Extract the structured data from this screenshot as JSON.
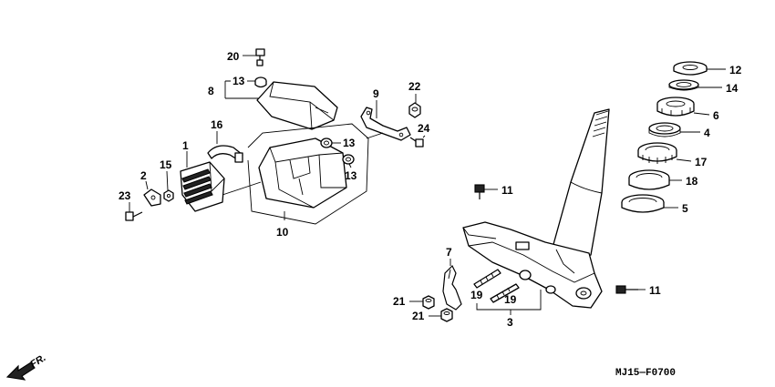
{
  "callouts": {
    "c1": "1",
    "c2": "2",
    "c3": "3",
    "c4": "4",
    "c5": "5",
    "c6": "6",
    "c7": "7",
    "c8": "8",
    "c9": "9",
    "c10": "10",
    "c11a": "11",
    "c11b": "11",
    "c12": "12",
    "c13a": "13",
    "c13b": "13",
    "c13c": "13",
    "c14": "14",
    "c15": "15",
    "c16": "16",
    "c17": "17",
    "c18": "18",
    "c19a": "19",
    "c19b": "19",
    "c20": "20",
    "c21a": "21",
    "c21b": "21",
    "c22": "22",
    "c23": "23",
    "c24": "24"
  },
  "diagram_code": "MJ15—F0700",
  "front_label": "FR.",
  "icons": {
    "front_arrow": "front-arrow-icon"
  }
}
